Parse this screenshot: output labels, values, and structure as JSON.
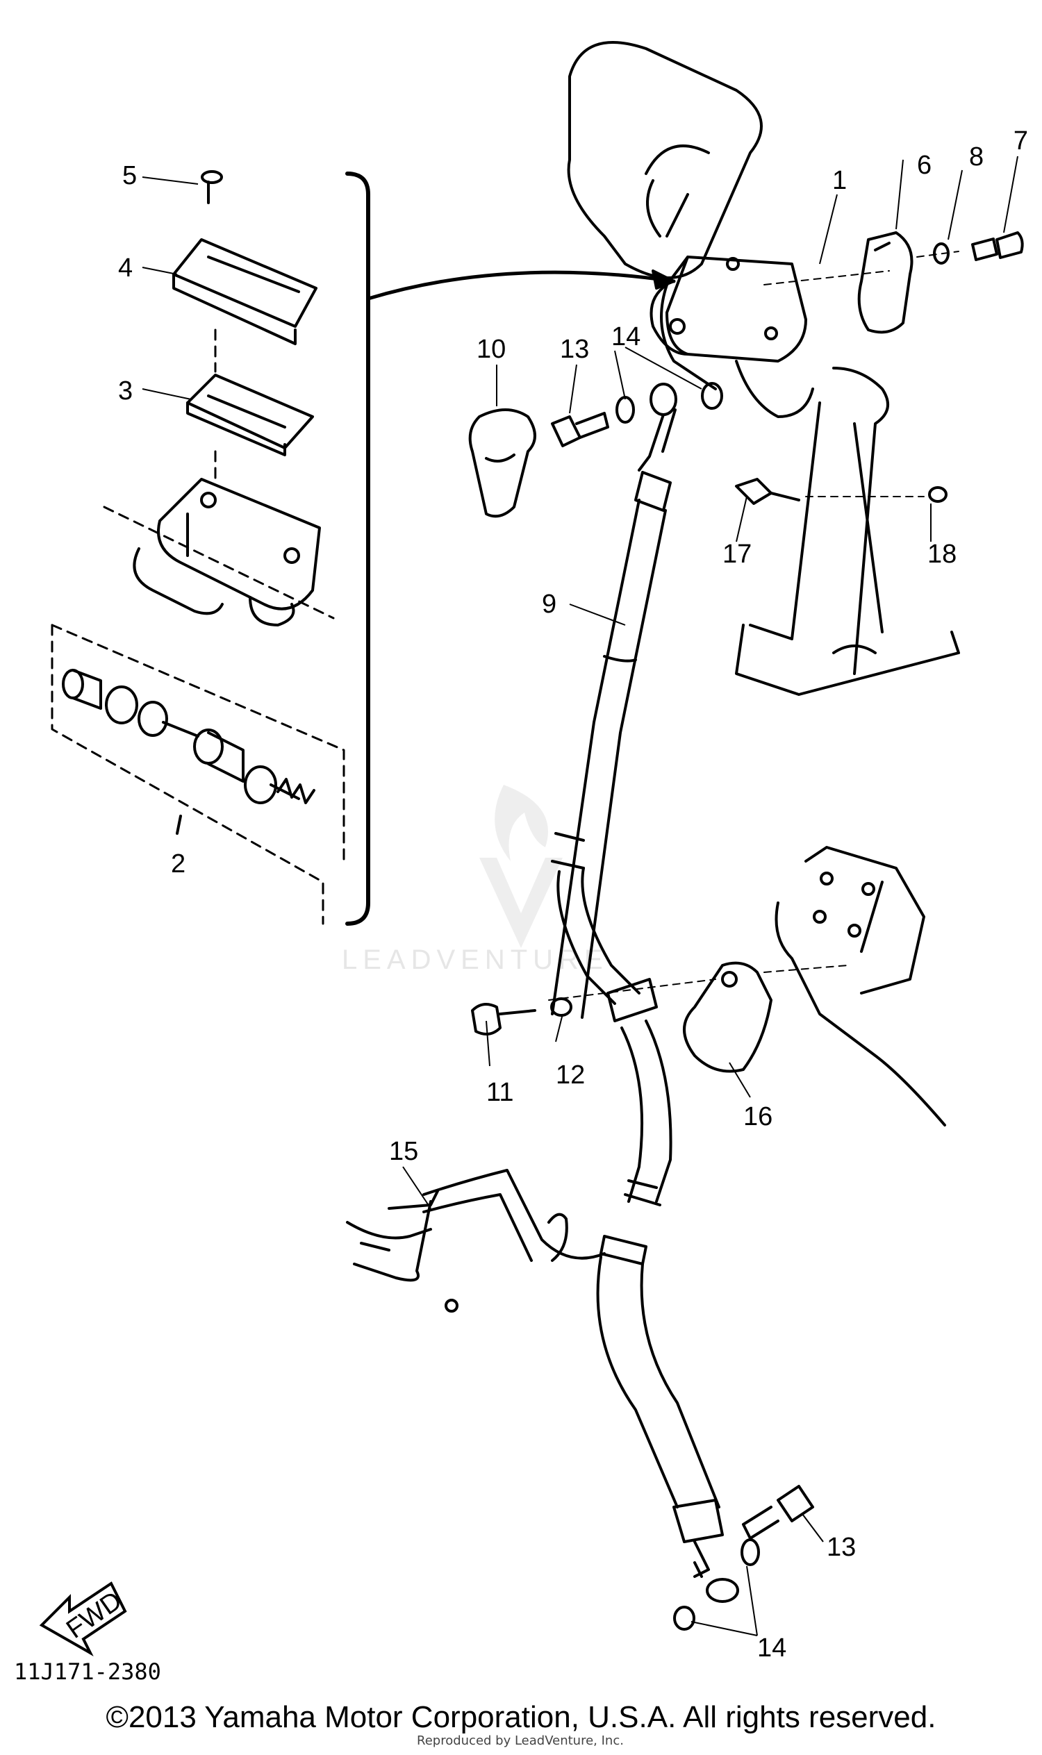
{
  "diagram": {
    "part_callouts": [
      {
        "id": "callout-1",
        "text": "1"
      },
      {
        "id": "callout-2",
        "text": "2"
      },
      {
        "id": "callout-3",
        "text": "3"
      },
      {
        "id": "callout-4",
        "text": "4"
      },
      {
        "id": "callout-5",
        "text": "5"
      },
      {
        "id": "callout-6",
        "text": "6"
      },
      {
        "id": "callout-7",
        "text": "7"
      },
      {
        "id": "callout-8",
        "text": "8"
      },
      {
        "id": "callout-9",
        "text": "9"
      },
      {
        "id": "callout-10",
        "text": "10"
      },
      {
        "id": "callout-11",
        "text": "11"
      },
      {
        "id": "callout-12",
        "text": "12"
      },
      {
        "id": "callout-13a",
        "text": "13"
      },
      {
        "id": "callout-13b",
        "text": "13"
      },
      {
        "id": "callout-14a",
        "text": "14"
      },
      {
        "id": "callout-14b",
        "text": "14"
      },
      {
        "id": "callout-15",
        "text": "15"
      },
      {
        "id": "callout-16",
        "text": "16"
      },
      {
        "id": "callout-17",
        "text": "17"
      },
      {
        "id": "callout-18",
        "text": "18"
      }
    ],
    "fwd_label": "FWD",
    "diagram_code": "11J171-2380",
    "watermark": "LEADVENTURE",
    "colors": {
      "line": "#000000",
      "watermark": "#e6e6e6",
      "background": "#ffffff"
    }
  },
  "footer": {
    "copyright": "©2013 Yamaha Motor Corporation, U.S.A. All rights reserved.",
    "reproduced": "Reproduced by LeadVenture, Inc."
  }
}
